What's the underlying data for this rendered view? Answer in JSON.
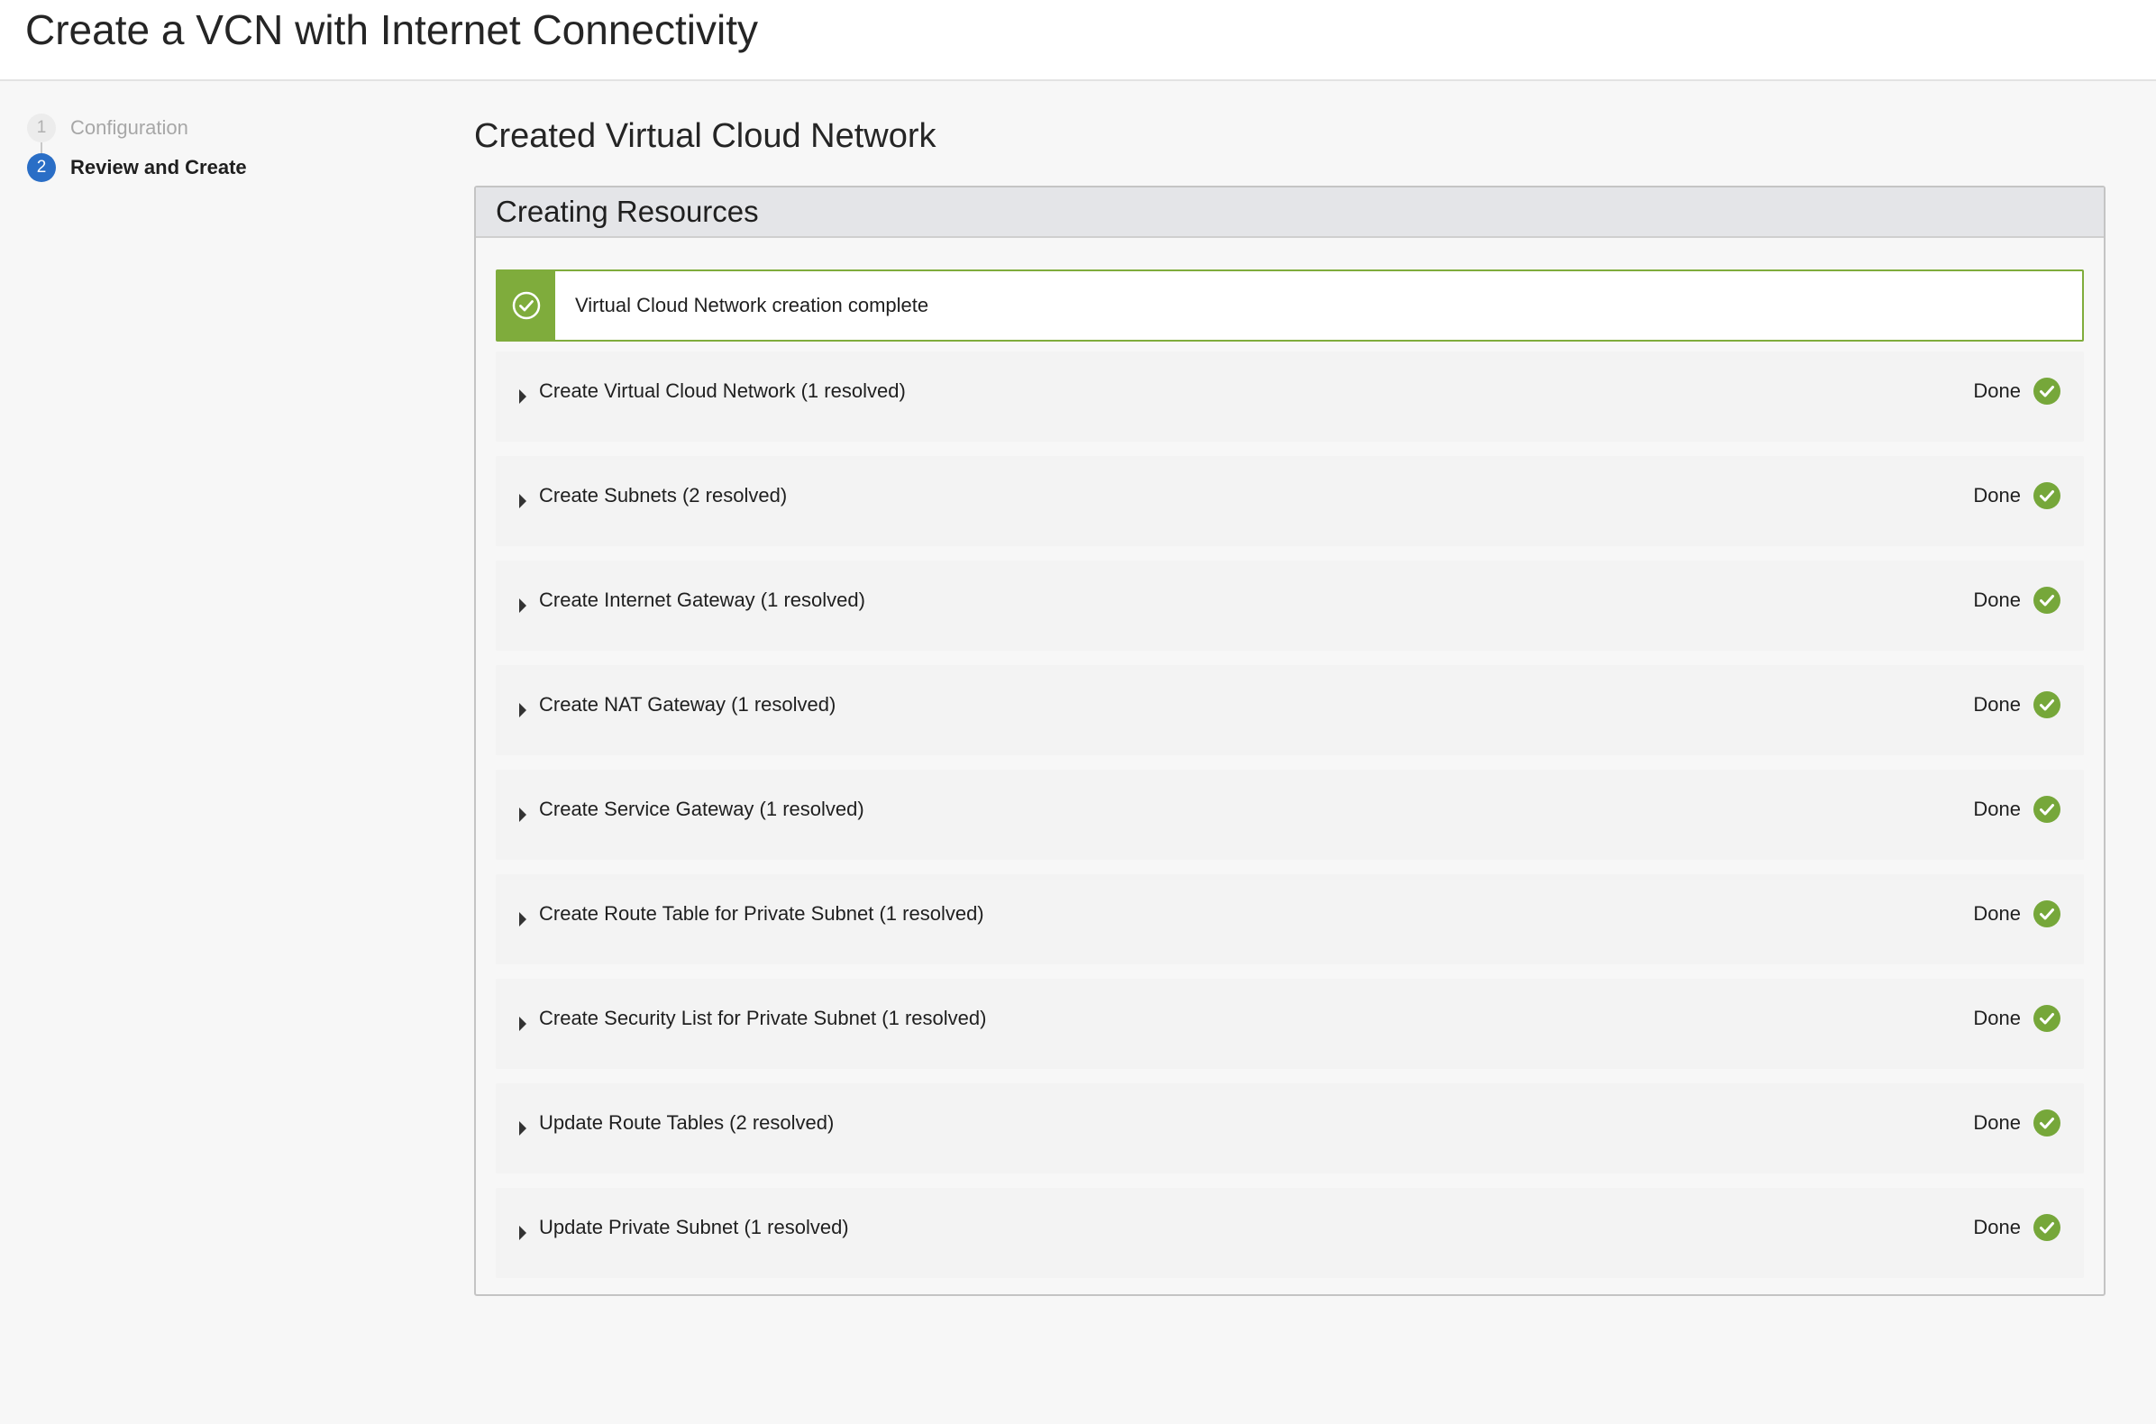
{
  "header": {
    "title": "Create a VCN with Internet Connectivity"
  },
  "stepper": {
    "steps": [
      {
        "number": "1",
        "label": "Configuration",
        "state": "completed"
      },
      {
        "number": "2",
        "label": "Review and Create",
        "state": "current"
      }
    ]
  },
  "main": {
    "title": "Created Virtual Cloud Network",
    "panel": {
      "title": "Creating Resources",
      "alert": {
        "message": "Virtual Cloud Network creation complete",
        "icon": "check-circle-icon"
      },
      "tasks": [
        {
          "label": "Create Virtual Cloud Network (1 resolved)",
          "status": "Done"
        },
        {
          "label": "Create Subnets (2 resolved)",
          "status": "Done"
        },
        {
          "label": "Create Internet Gateway (1 resolved)",
          "status": "Done"
        },
        {
          "label": "Create NAT Gateway (1 resolved)",
          "status": "Done"
        },
        {
          "label": "Create Service Gateway (1 resolved)",
          "status": "Done"
        },
        {
          "label": "Create Route Table for Private Subnet (1 resolved)",
          "status": "Done"
        },
        {
          "label": "Create Security List for Private Subnet (1 resolved)",
          "status": "Done"
        },
        {
          "label": "Update Route Tables (2 resolved)",
          "status": "Done"
        },
        {
          "label": "Update Private Subnet (1 resolved)",
          "status": "Done"
        }
      ]
    }
  },
  "colors": {
    "accent_blue": "#2a6ec6",
    "success_green": "#7fac3c",
    "check_green": "#76a73a"
  }
}
